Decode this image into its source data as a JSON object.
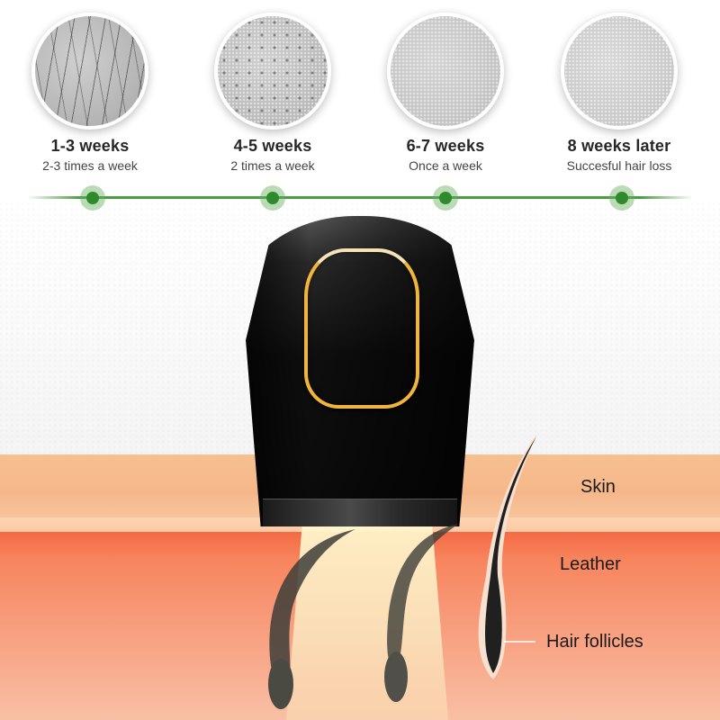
{
  "steps": [
    {
      "title": "1-3 weeks",
      "subtitle": "2-3 times a week",
      "image": "dense-hair-skin-closeup"
    },
    {
      "title": "4-5 weeks",
      "subtitle": "2 times a week",
      "image": "stubble-skin-closeup"
    },
    {
      "title": "6-7 weeks",
      "subtitle": "Once a week",
      "image": "smooth-skin-closeup"
    },
    {
      "title": "8 weeks later",
      "subtitle": "Succesful hair loss",
      "image": "hairless-skin-closeup"
    }
  ],
  "timeline": {
    "color": "#4a9b42",
    "dot_color": "#2f8a2b",
    "dots": 4
  },
  "device": {
    "name": "ipl-hair-removal-device",
    "accent_color": "#f0b53a",
    "body_color": "#252525"
  },
  "diagram": {
    "labels": {
      "skin": "Skin",
      "leather": "Leather",
      "hair_follicles": "Hair follicles"
    },
    "colors": {
      "skin": "#f5b78a",
      "leather": "#f46a44",
      "light_beam": "#fff6cd"
    }
  }
}
